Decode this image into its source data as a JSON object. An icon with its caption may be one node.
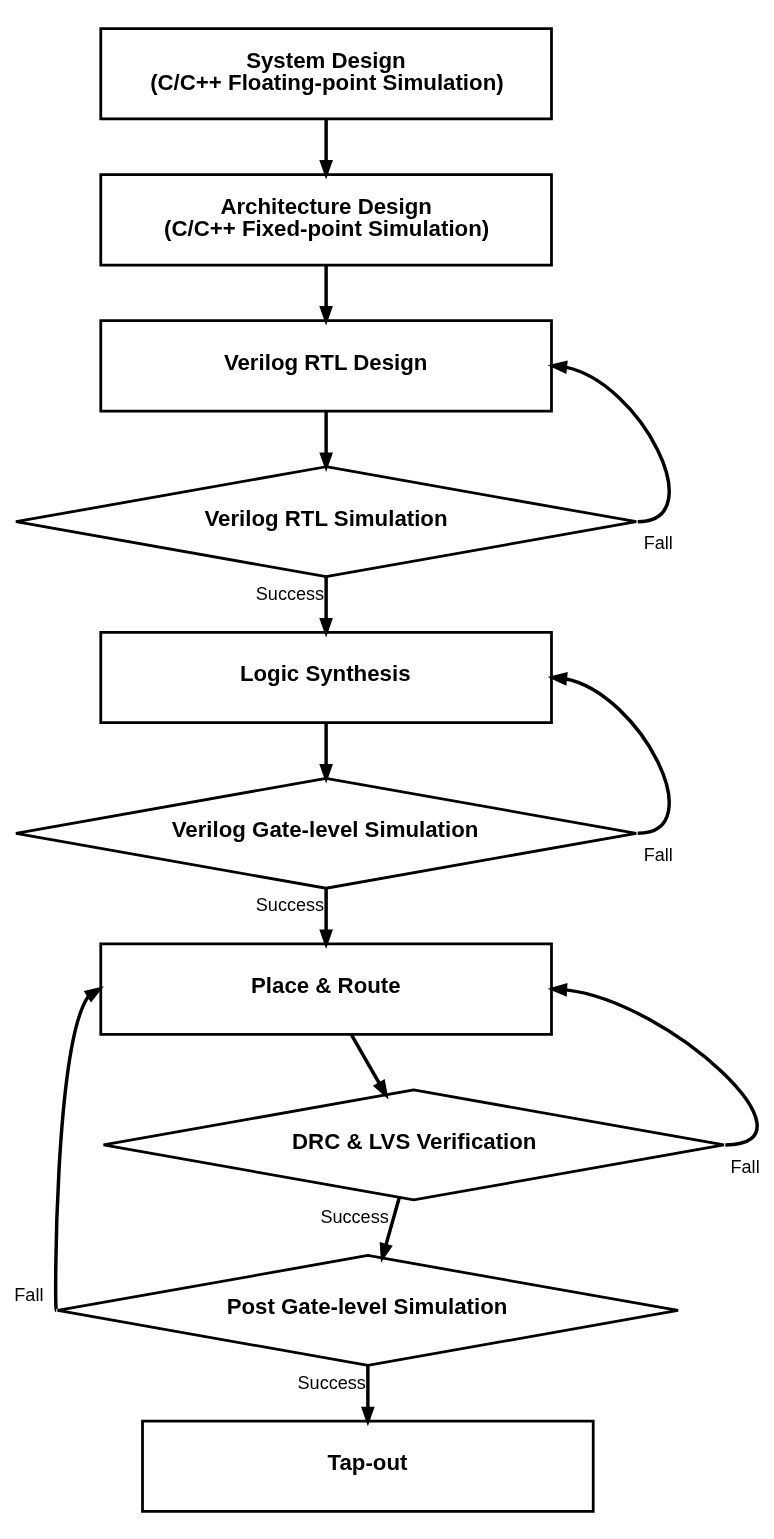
{
  "diagram": {
    "nodes": [
      {
        "text": [
          "System Design",
          "(C/C++ Floating-point Simulation)"
        ]
      },
      {
        "text": [
          "Architecture Design",
          "(C/C++ Fixed-point Simulation)"
        ]
      },
      {
        "text": [
          "Verilog RTL Design"
        ]
      },
      {
        "text": [
          "Verilog RTL Simulation"
        ]
      },
      {
        "text": [
          "Logic Synthesis"
        ]
      },
      {
        "text": [
          "Verilog Gate-level Simulation"
        ]
      },
      {
        "text": [
          "Place & Route"
        ]
      },
      {
        "text": [
          "DRC & LVS Verification"
        ]
      },
      {
        "text": [
          "Post Gate-level Simulation"
        ]
      },
      {
        "text": [
          "Tap-out"
        ]
      }
    ],
    "edges": [
      {
        "from": 0,
        "to": 1,
        "arrow": "to"
      },
      {
        "from": 1,
        "to": 2,
        "arrow": "to"
      },
      {
        "from": 2,
        "to": 3,
        "arrow": "to"
      },
      {
        "from": 3,
        "to": 2,
        "arrow": "to",
        "label": "Fall"
      },
      {
        "from": 3,
        "to": 4,
        "arrow": "to",
        "label": "Success"
      },
      {
        "from": 4,
        "to": 5,
        "arrow": "to"
      },
      {
        "from": 5,
        "to": 4,
        "arrow": "to",
        "label": "Fall"
      },
      {
        "from": 5,
        "to": 6,
        "arrow": "to",
        "label": "Success"
      },
      {
        "from": 6,
        "to": 7,
        "arrow": "to"
      },
      {
        "from": 7,
        "to": 6,
        "arrow": "to",
        "label": "Fall"
      },
      {
        "from": 7,
        "to": 8,
        "arrow": "to",
        "label": "Success"
      },
      {
        "from": 8,
        "to": 6,
        "arrow": "to",
        "label": "Fall"
      },
      {
        "from": 8,
        "to": 9,
        "arrow": "to",
        "label": "Success"
      }
    ]
  }
}
